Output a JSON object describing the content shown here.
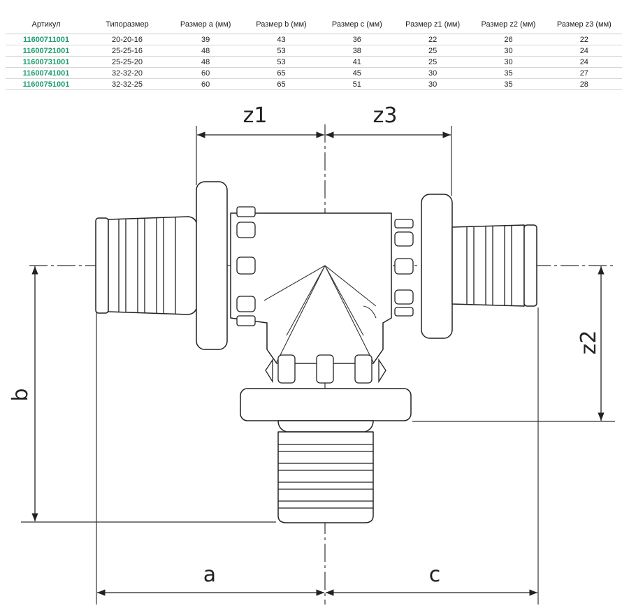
{
  "table": {
    "headers": [
      "Артикул",
      "Типоразмер",
      "Размер a (мм)",
      "Размер b (мм)",
      "Размер c (мм)",
      "Размер z1 (мм)",
      "Размер z2 (мм)",
      "Размер z3 (мм)"
    ],
    "rows": [
      [
        "11600711001",
        "20-20-16",
        "39",
        "43",
        "36",
        "22",
        "26",
        "22"
      ],
      [
        "11600721001",
        "25-25-16",
        "48",
        "53",
        "38",
        "25",
        "30",
        "24"
      ],
      [
        "11600731001",
        "25-25-20",
        "48",
        "53",
        "41",
        "25",
        "30",
        "24"
      ],
      [
        "11600741001",
        "32-32-20",
        "60",
        "65",
        "45",
        "30",
        "35",
        "27"
      ],
      [
        "11600751001",
        "32-32-25",
        "60",
        "65",
        "51",
        "30",
        "35",
        "28"
      ]
    ]
  },
  "drawing": {
    "labels": {
      "z1": "z1",
      "z3": "z3",
      "z2": "z2",
      "a": "a",
      "b": "b",
      "c": "c"
    },
    "article_color": "#1d9e6e"
  }
}
